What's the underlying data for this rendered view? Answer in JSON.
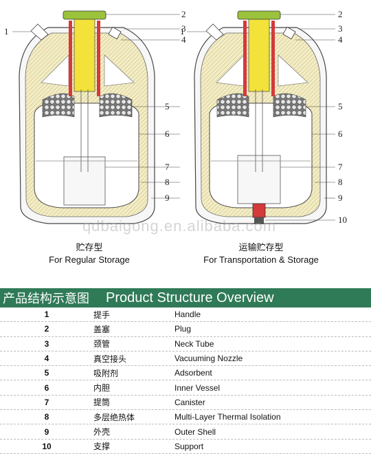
{
  "left_diagram": {
    "caption_cn": "贮存型",
    "caption_en": "For Regular Storage",
    "callouts": [
      "1",
      "2",
      "3",
      "4",
      "5",
      "6",
      "7",
      "8",
      "9"
    ]
  },
  "right_diagram": {
    "caption_cn": "运输贮存型",
    "caption_en": "For Transportation & Storage",
    "callouts": [
      "1",
      "2",
      "3",
      "4",
      "5",
      "6",
      "7",
      "8",
      "9",
      "10"
    ]
  },
  "watermark": "qdbaigong.en.alibaba.com",
  "table": {
    "title_cn": "产品结构示意图",
    "title_en": "Product Structure Overview",
    "rows": [
      {
        "num": "1",
        "cn": "提手",
        "en": "Handle"
      },
      {
        "num": "2",
        "cn": "盖塞",
        "en": "Plug"
      },
      {
        "num": "3",
        "cn": "颈管",
        "en": "Neck  Tube"
      },
      {
        "num": "4",
        "cn": "真空接头",
        "en": "Vacuuming Nozzle"
      },
      {
        "num": "5",
        "cn": "吸附剂",
        "en": "Adsorbent"
      },
      {
        "num": "6",
        "cn": "内胆",
        "en": "Inner Vessel"
      },
      {
        "num": "7",
        "cn": "提筒",
        "en": "Canister"
      },
      {
        "num": "8",
        "cn": "多层绝热体",
        "en": "Multi-Layer Thermal Isolation"
      },
      {
        "num": "9",
        "cn": "外壳",
        "en": "Outer Shell"
      },
      {
        "num": "10",
        "cn": "支撑",
        "en": "Support"
      }
    ]
  },
  "colors": {
    "header_green": "#2f7a57",
    "insulation_cream": "#f3edc4",
    "neck_yellow": "#f2e23a",
    "plug_green": "#9bc23c",
    "accent_red": "#d43a3a"
  }
}
